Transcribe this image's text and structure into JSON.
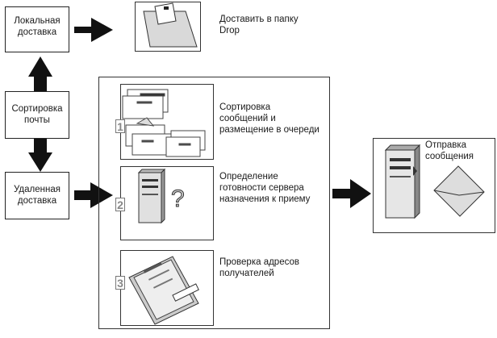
{
  "left": {
    "local": "Локальная доставка",
    "sorting": "Сортировка почты",
    "remote": "Удаленная доставка"
  },
  "local_action": "Доставить в папку Drop",
  "steps": [
    {
      "number": "1",
      "text": "Сортировка сообщений и размещение в очереди"
    },
    {
      "number": "2",
      "text": "Определение готовности сервера назначения к приему"
    },
    {
      "number": "3",
      "text": "Проверка адресов получателей"
    }
  ],
  "send": "Отправка сообщения"
}
